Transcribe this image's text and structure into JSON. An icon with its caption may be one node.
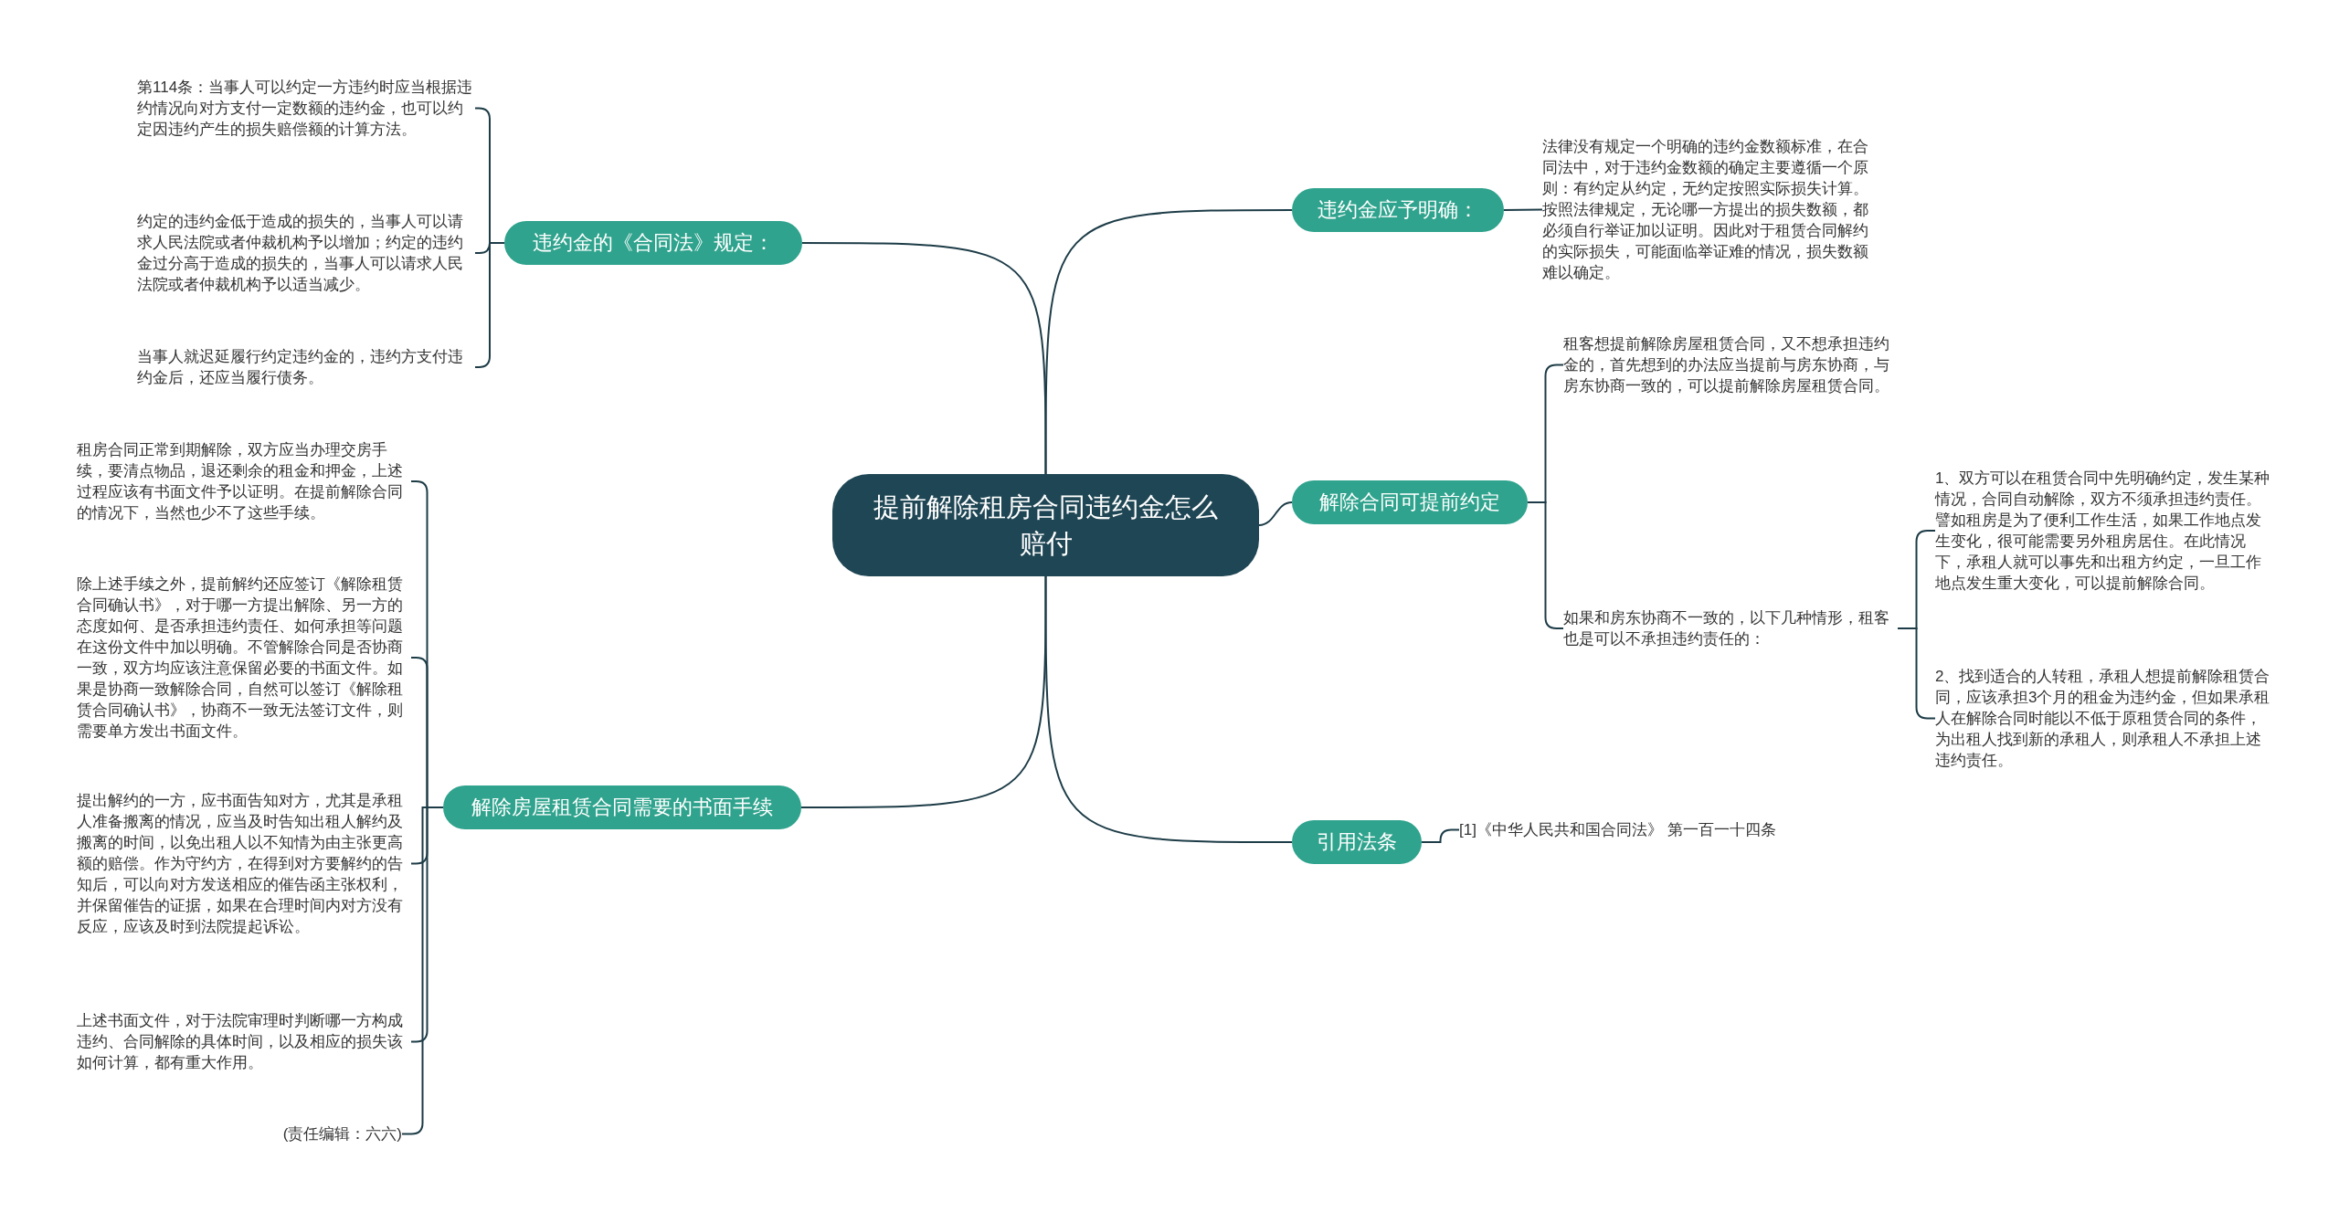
{
  "diagram": {
    "nodes": [
      {
        "text": [
          "提前解除租房合同违约金怎么赔付"
        ]
      },
      {
        "text": [
          "违约金的《合同法》规定："
        ]
      },
      {
        "text": [
          "第114条：当事人可以约定一方违约时应当根据违约情况向对方支付一定数额的违约金，也可以约定因违约产生的损失赔偿额的计算方法。"
        ]
      },
      {
        "text": [
          "约定的违约金低于造成的损失的，当事人可以请求人民法院或者仲裁机构予以增加；约定的违约金过分高于造成的损失的，当事人可以请求人民法院或者仲裁机构予以适当减少。"
        ]
      },
      {
        "text": [
          "当事人就迟延履行约定违约金的，违约方支付违约金后，还应当履行债务。"
        ]
      },
      {
        "text": [
          "解除房屋租赁合同需要的书面手续"
        ]
      },
      {
        "text": [
          "租房合同正常到期解除，双方应当办理交房手续，要清点物品，退还剩余的租金和押金，上述过程应该有书面文件予以证明。在提前解除合同的情况下，当然也少不了这些手续。"
        ]
      },
      {
        "text": [
          "除上述手续之外，提前解约还应签订《解除租赁合同确认书》，对于哪一方提出解除、另一方的态度如何、是否承担违约责任、如何承担等问题在这份文件中加以明确。不管解除合同是否协商一致，双方均应该注意保留必要的书面文件。如果是协商一致解除合同，自然可以签订《解除租赁合同确认书》，协商不一致无法签订文件，则需要单方发出书面文件。"
        ]
      },
      {
        "text": [
          "提出解约的一方，应书面告知对方，尤其是承租人准备搬离的情况，应当及时告知出租人解约及搬离的时间，以免出租人以不知情为由主张更高额的赔偿。作为守约方，在得到对方要解约的告知后，可以向对方发送相应的催告函主张权利，并保留催告的证据，如果在合理时间内对方没有反应，应该及时到法院提起诉讼。"
        ]
      },
      {
        "text": [
          "上述书面文件，对于法院审理时判断哪一方构成违约、合同解除的具体时间，以及相应的损失该如何计算，都有重大作用。"
        ]
      },
      {
        "text": [
          "(责任编辑：六六)"
        ]
      },
      {
        "text": [
          "违约金应予明确："
        ]
      },
      {
        "text": [
          "法律没有规定一个明确的违约金数额标准，在合同法中，对于违约金数额的确定主要遵循一个原则：有约定从约定，无约定按照实际损失计算。按照法律规定，无论哪一方提出的损失数额，都必须自行举证加以证明。因此对于租赁合同解约的实际损失，可能面临举证难的情况，损失数额难以确定。"
        ]
      },
      {
        "text": [
          "解除合同可提前约定"
        ]
      },
      {
        "text": [
          "租客想提前解除房屋租赁合同，又不想承担违约金的，首先想到的办法应当提前与房东协商，与房东协商一致的，可以提前解除房屋租赁合同。"
        ]
      },
      {
        "text": [
          "如果和房东协商不一致的，以下几种情形，租客也是可以不承担违约责任的："
        ]
      },
      {
        "text": [
          "1、双方可以在租赁合同中先明确约定，发生某种情况，合同自动解除，双方不须承担违约责任。譬如租房是为了便利工作生活，如果工作地点发生变化，很可能需要另外租房居住。在此情况下，承租人就可以事先和出租方约定，一旦工作地点发生重大变化，可以提前解除合同。"
        ]
      },
      {
        "text": [
          "2、找到适合的人转租，承租人想提前解除租赁合同，应该承担3个月的租金为违约金，但如果承租人在解除合同时能以不低于原租赁合同的条件，为出租人找到新的承租人，则承租人不承担上述违约责任。"
        ]
      },
      {
        "text": [
          "引用法条"
        ]
      },
      {
        "text": [
          "[1]《中华人民共和国合同法》 第一百一十四条"
        ]
      }
    ],
    "edges": [
      {
        "from": 0,
        "to": 1,
        "arrow": "none"
      },
      {
        "from": 1,
        "to": 2,
        "arrow": "none"
      },
      {
        "from": 1,
        "to": 3,
        "arrow": "none"
      },
      {
        "from": 1,
        "to": 4,
        "arrow": "none"
      },
      {
        "from": 0,
        "to": 5,
        "arrow": "none"
      },
      {
        "from": 5,
        "to": 6,
        "arrow": "none"
      },
      {
        "from": 5,
        "to": 7,
        "arrow": "none"
      },
      {
        "from": 5,
        "to": 8,
        "arrow": "none"
      },
      {
        "from": 5,
        "to": 9,
        "arrow": "none"
      },
      {
        "from": 5,
        "to": 10,
        "arrow": "none"
      },
      {
        "from": 0,
        "to": 11,
        "arrow": "none"
      },
      {
        "from": 11,
        "to": 12,
        "arrow": "none"
      },
      {
        "from": 0,
        "to": 13,
        "arrow": "none"
      },
      {
        "from": 13,
        "to": 14,
        "arrow": "none"
      },
      {
        "from": 13,
        "to": 15,
        "arrow": "none"
      },
      {
        "from": 15,
        "to": 16,
        "arrow": "none"
      },
      {
        "from": 15,
        "to": 17,
        "arrow": "none"
      },
      {
        "from": 0,
        "to": 18,
        "arrow": "none"
      },
      {
        "from": 18,
        "to": 19,
        "arrow": "none"
      }
    ]
  }
}
